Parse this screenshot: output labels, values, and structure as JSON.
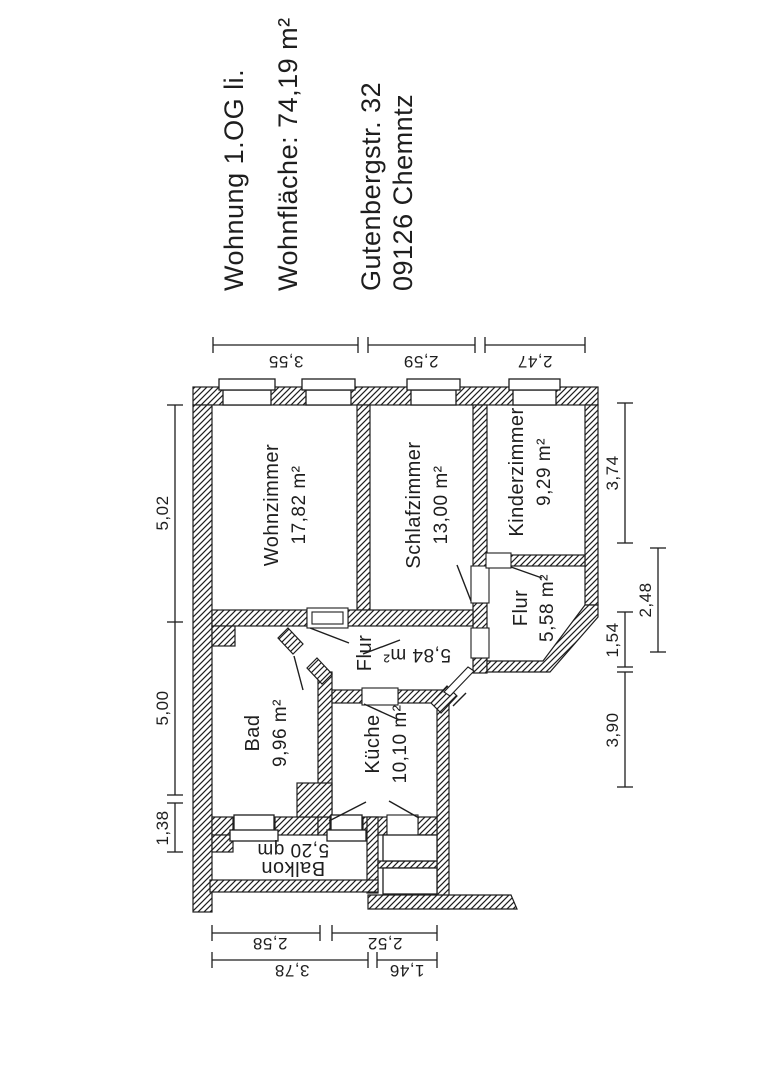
{
  "title_block": {
    "unit": "Wohnung  1.OG li.",
    "area": "Wohnfläche: 74,19 m²",
    "street": "Gutenbergstr. 32",
    "city": "09126 Chemntz"
  },
  "rooms": {
    "wohnzimmer": {
      "name": "Wohnzimmer",
      "area": "17,82 m²"
    },
    "schlafzimmer": {
      "name": "Schlafzimmer",
      "area": "13,00 m²"
    },
    "kinderzimmer": {
      "name": "Kinderzimmer",
      "area": "9,29 m²"
    },
    "flur_klein": {
      "name": "Flur",
      "area": "5,58 m²"
    },
    "flur_gross": {
      "name": "Flur",
      "area": "5,84 m²"
    },
    "bad": {
      "name": "Bad",
      "area": "9,96 m²"
    },
    "kueche": {
      "name": "Küche",
      "area": "10,10 m²"
    },
    "balkon": {
      "name": "Balkon",
      "area": "5,20 qm"
    }
  },
  "dimensions": {
    "top": [
      "3,55",
      "2,59",
      "2,47"
    ],
    "left": [
      "5,02",
      "5,00",
      "1,38"
    ],
    "right_outer": [
      "3,74",
      "1,54",
      "3,90"
    ],
    "right_inner": [
      "2,48"
    ],
    "bottom_row1": [
      "2,58",
      "2,52"
    ],
    "bottom_row2": [
      "3,78",
      "1,46"
    ]
  },
  "colors": {
    "ink": "#1e1e1e",
    "paper": "#ffffff"
  }
}
